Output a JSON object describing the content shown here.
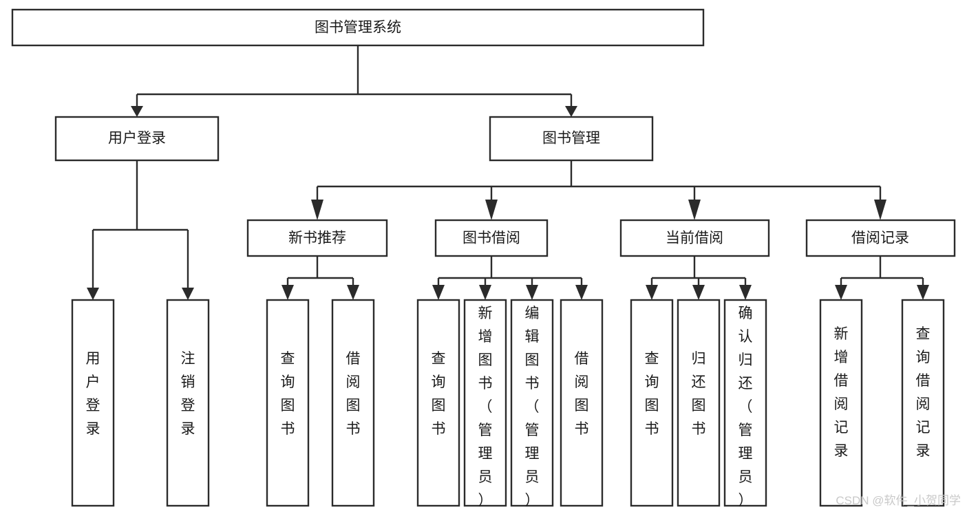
{
  "diagram": {
    "title": "图书管理系统",
    "type": "tree-hierarchy",
    "watermark": "CSDN @软件_小贺同学",
    "root": {
      "id": "root",
      "label": "图书管理系统",
      "orientation": "horizontal"
    },
    "level2": [
      {
        "id": "user-login",
        "label": "用户登录",
        "orientation": "horizontal"
      },
      {
        "id": "book-manage",
        "label": "图书管理",
        "orientation": "horizontal"
      }
    ],
    "level3": [
      {
        "id": "new-book-rec",
        "label": "新书推荐",
        "orientation": "horizontal",
        "parent": "book-manage"
      },
      {
        "id": "book-borrow",
        "label": "图书借阅",
        "orientation": "horizontal",
        "parent": "book-manage"
      },
      {
        "id": "current-borrow",
        "label": "当前借阅",
        "orientation": "horizontal",
        "parent": "book-manage"
      },
      {
        "id": "borrow-record",
        "label": "借阅记录",
        "orientation": "horizontal",
        "parent": "book-manage"
      }
    ],
    "leaves": [
      {
        "id": "leaf-user-login",
        "label": "用户登录",
        "orientation": "vertical",
        "parent": "user-login"
      },
      {
        "id": "leaf-user-logout",
        "label": "注销登录",
        "orientation": "vertical",
        "parent": "user-login"
      },
      {
        "id": "leaf-query-book-1",
        "label": "查询图书",
        "orientation": "vertical",
        "parent": "new-book-rec"
      },
      {
        "id": "leaf-borrow-book-1",
        "label": "借阅图书",
        "orientation": "vertical",
        "parent": "new-book-rec"
      },
      {
        "id": "leaf-query-book-2",
        "label": "查询图书",
        "orientation": "vertical",
        "parent": "book-borrow"
      },
      {
        "id": "leaf-add-book",
        "label": "新增图书（管理员）",
        "orientation": "vertical",
        "parent": "book-borrow"
      },
      {
        "id": "leaf-edit-book",
        "label": "编辑图书（管理员）",
        "orientation": "vertical",
        "parent": "book-borrow"
      },
      {
        "id": "leaf-borrow-book-2",
        "label": "借阅图书",
        "orientation": "vertical",
        "parent": "book-borrow"
      },
      {
        "id": "leaf-query-book-3",
        "label": "查询图书",
        "orientation": "vertical",
        "parent": "current-borrow"
      },
      {
        "id": "leaf-return-book",
        "label": "归还图书",
        "orientation": "vertical",
        "parent": "current-borrow"
      },
      {
        "id": "leaf-confirm-return",
        "label": "确认归还（管理员）",
        "orientation": "vertical",
        "parent": "current-borrow"
      },
      {
        "id": "leaf-add-record",
        "label": "新增借阅记录",
        "orientation": "vertical",
        "parent": "borrow-record"
      },
      {
        "id": "leaf-query-record",
        "label": "查询借阅记录",
        "orientation": "vertical",
        "parent": "borrow-record"
      }
    ],
    "colors": {
      "box_stroke": "#2b2b2b",
      "box_fill": "#ffffff",
      "text": "#1a1a1a",
      "watermark": "#c9c9c9",
      "background": "#ffffff"
    }
  }
}
